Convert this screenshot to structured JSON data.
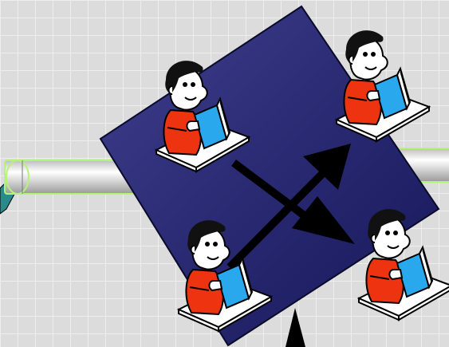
{
  "scene": {
    "background_color": "#dcdcdc",
    "grid_color": "#eeeeee",
    "diamond_color_light": "#3e3e8c",
    "diamond_color_dark": "#16165a",
    "arrow_color": "#000000",
    "pipe_color_light": "#ffffff",
    "pipe_color_dark": "#9a9a9a",
    "pipe_glow_color": "#b6f27a",
    "accent_teal": "#2a8a8a"
  },
  "figures": [
    {
      "name": "reader-top-left",
      "icon": "reading-student-icon",
      "shirt_color": "#ee3311",
      "book_color": "#2aa8ee"
    },
    {
      "name": "reader-top-right",
      "icon": "reading-student-icon",
      "shirt_color": "#ee3311",
      "book_color": "#2aa8ee"
    },
    {
      "name": "reader-bottom-left",
      "icon": "reading-student-icon",
      "shirt_color": "#ee3311",
      "book_color": "#2aa8ee"
    },
    {
      "name": "reader-bottom-right",
      "icon": "reading-student-icon",
      "shirt_color": "#ee3311",
      "book_color": "#2aa8ee"
    }
  ],
  "arrows": [
    {
      "name": "arrow-to-top-right",
      "icon": "arrow-up-right-icon"
    },
    {
      "name": "arrow-to-bottom-right",
      "icon": "arrow-down-right-icon"
    },
    {
      "name": "arrow-from-bottom",
      "icon": "arrow-up-icon"
    }
  ],
  "pipes": [
    {
      "name": "pipe-left",
      "icon": "pipe-connector-icon"
    },
    {
      "name": "pipe-right",
      "icon": "pipe-connector-icon"
    }
  ]
}
